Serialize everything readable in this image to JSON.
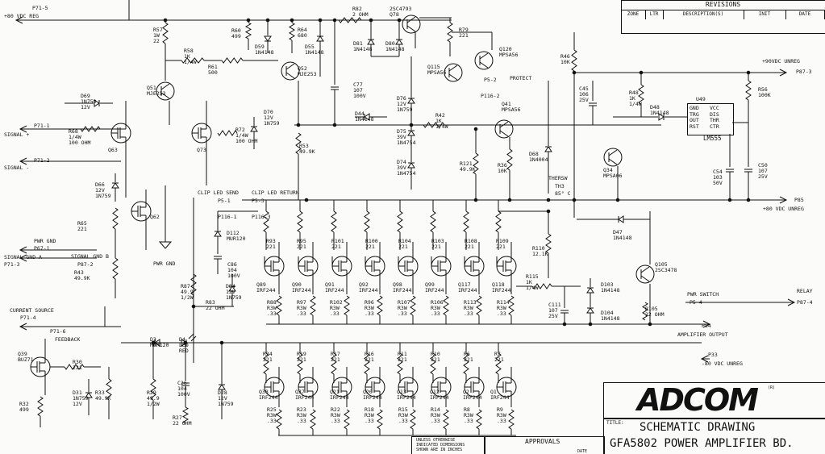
{
  "revisions": {
    "title": "REVISIONS",
    "columns": [
      "ZONE",
      "LTR",
      "DESCRIPTION(S)",
      "INIT",
      "DATE"
    ]
  },
  "nets": {
    "p71_5": "P71-5",
    "vreg_pos": "+80 VDC REG",
    "p71_1": "P71-1",
    "signal_pos": "SIGNAL +",
    "p71_2": "P71-2",
    "signal_neg": "SIGNAL -",
    "pwr_gnd_lbl": "PWR GND",
    "p67_1": "P67-1",
    "signal_gnd_a": "SIGNAL GND A",
    "p71_3": "P71-3",
    "signal_gnd_b": "SIGNAL GND B",
    "p87_2": "P87-2",
    "current_source": "CURRENT SOURCE",
    "p71_4": "P71-4",
    "p71_6": "P71-6",
    "feedback": "FEEDBACK",
    "pwr_gnd": "PWR GND",
    "clip_send": "CLIP LED SEND",
    "clip_return": "CLIP LED RETURN",
    "p5_1": "P5-1",
    "p5_3": "P5-3",
    "p116_1": "P116-1",
    "p116_3": "P116-3",
    "p5_2": "P5-2",
    "protect": "PROTECT",
    "p116_2": "P116-2",
    "vunreg_pos90": "+90VDC UNREG",
    "p87_3": "P87-3",
    "p85": "P85",
    "vunreg_pos80": "+80 VDC UNREG",
    "pwr_switch": "PWR SWITCH",
    "p5_4": "P5-4",
    "relay": "RELAY",
    "p87_4": "P87-4",
    "p84": "P84",
    "amp_out": "AMPLIFIER OUTPUT",
    "p33": "P33",
    "vunreg_neg80": "-80 VDC UNREG",
    "thersw": "THERSW",
    "th3": "TH3",
    "th3_temp": "85° C"
  },
  "parts": [
    {
      "id": "r57",
      "lines": [
        "R57",
        "1W",
        "22"
      ]
    },
    {
      "id": "r60",
      "lines": [
        "R60",
        "499"
      ]
    },
    {
      "id": "d59",
      "lines": [
        "D59",
        "1N4148"
      ]
    },
    {
      "id": "r64",
      "lines": [
        "R64",
        "680"
      ]
    },
    {
      "id": "d55",
      "lines": [
        "D55",
        "1N4148"
      ]
    },
    {
      "id": "r82",
      "lines": [
        "R82",
        "2 OHM"
      ]
    },
    {
      "id": "q78",
      "lines": [
        "2SC4793",
        "Q78"
      ]
    },
    {
      "id": "r79",
      "lines": [
        "R79",
        "221"
      ]
    },
    {
      "id": "q120",
      "lines": [
        "Q120",
        "MPSA56"
      ]
    },
    {
      "id": "r58",
      "lines": [
        "R58",
        "1K",
        "1/4W"
      ]
    },
    {
      "id": "r61",
      "lines": [
        "R61",
        "500"
      ]
    },
    {
      "id": "q52",
      "lines": [
        "Q52",
        "MJE253"
      ]
    },
    {
      "id": "d81",
      "lines": [
        "D81",
        "1N4148"
      ]
    },
    {
      "id": "d80",
      "lines": [
        "D80",
        "1N4148"
      ]
    },
    {
      "id": "q115",
      "lines": [
        "Q115",
        "MPSA56"
      ]
    },
    {
      "id": "q51",
      "lines": [
        "Q51",
        "MJE253"
      ]
    },
    {
      "id": "c77",
      "lines": [
        "C77",
        "107",
        "100V"
      ]
    },
    {
      "id": "d69",
      "lines": [
        "D69",
        "1N759",
        "12V"
      ]
    },
    {
      "id": "r68",
      "lines": [
        "R68",
        "1/4W",
        "100 OHM"
      ]
    },
    {
      "id": "q63",
      "lines": [
        "Q63"
      ]
    },
    {
      "id": "q73",
      "lines": [
        "Q73"
      ]
    },
    {
      "id": "r72",
      "lines": [
        "R72",
        "1/4W",
        "100 OHM"
      ]
    },
    {
      "id": "d70",
      "lines": [
        "D70",
        "12V",
        "1N759"
      ]
    },
    {
      "id": "d44",
      "lines": [
        "D44",
        "1N4148"
      ]
    },
    {
      "id": "d76",
      "lines": [
        "D76",
        "12V",
        "1N759"
      ]
    },
    {
      "id": "d75",
      "lines": [
        "D75",
        "39V",
        "1N4754"
      ]
    },
    {
      "id": "r42",
      "lines": [
        "R42",
        "1K",
        "1/4W"
      ]
    },
    {
      "id": "q41",
      "lines": [
        "Q41",
        "MPSA56"
      ]
    },
    {
      "id": "r53",
      "lines": [
        "R53",
        "49.9K"
      ]
    },
    {
      "id": "d74",
      "lines": [
        "D74",
        "39V",
        "1N4754"
      ]
    },
    {
      "id": "r121",
      "lines": [
        "R121",
        "49.9K"
      ]
    },
    {
      "id": "r36",
      "lines": [
        "R36",
        "10K"
      ]
    },
    {
      "id": "d68",
      "lines": [
        "D68",
        "1N4004"
      ]
    },
    {
      "id": "r46",
      "lines": [
        "R46",
        "10K"
      ]
    },
    {
      "id": "c45",
      "lines": [
        "C45",
        "106",
        "25V"
      ]
    },
    {
      "id": "r48",
      "lines": [
        "R48",
        "1K",
        "1/4W"
      ]
    },
    {
      "id": "d48",
      "lines": [
        "D48",
        "1N4148"
      ]
    },
    {
      "id": "q34",
      "lines": [
        "Q34",
        "MPSA06"
      ]
    },
    {
      "id": "r56",
      "lines": [
        "R56",
        "100K"
      ]
    },
    {
      "id": "u49",
      "lines": [
        "U49"
      ]
    },
    {
      "id": "c54",
      "lines": [
        "C54",
        "103",
        "50V"
      ]
    },
    {
      "id": "c50",
      "lines": [
        "C50",
        "107",
        "25V"
      ]
    },
    {
      "id": "d66",
      "lines": [
        "D66",
        "12V",
        "1N759"
      ]
    },
    {
      "id": "q62",
      "lines": [
        "Q62"
      ]
    },
    {
      "id": "r65",
      "lines": [
        "R65",
        "221"
      ]
    },
    {
      "id": "r43",
      "lines": [
        "R43",
        "49.9K"
      ]
    },
    {
      "id": "d112",
      "lines": [
        "D112",
        "MUR120"
      ]
    },
    {
      "id": "c86",
      "lines": [
        "C86",
        "104",
        "100V"
      ]
    },
    {
      "id": "d47",
      "lines": [
        "D47",
        "1N4148"
      ]
    },
    {
      "id": "r93",
      "lines": [
        "R93",
        "221"
      ]
    },
    {
      "id": "r95",
      "lines": [
        "R95",
        "221"
      ]
    },
    {
      "id": "r101",
      "lines": [
        "R101",
        "221"
      ]
    },
    {
      "id": "r100",
      "lines": [
        "R100",
        "221"
      ]
    },
    {
      "id": "r104",
      "lines": [
        "R104",
        "221"
      ]
    },
    {
      "id": "r103",
      "lines": [
        "R103",
        "221"
      ]
    },
    {
      "id": "r108",
      "lines": [
        "R108",
        "221"
      ]
    },
    {
      "id": "r109",
      "lines": [
        "R109",
        "221"
      ]
    },
    {
      "id": "r110",
      "lines": [
        "R110",
        "12.1K"
      ]
    },
    {
      "id": "q89",
      "lines": [
        "Q89",
        "IRF244"
      ]
    },
    {
      "id": "q90",
      "lines": [
        "Q90",
        "IRF244"
      ]
    },
    {
      "id": "q91",
      "lines": [
        "Q91",
        "IRF244"
      ]
    },
    {
      "id": "q92",
      "lines": [
        "Q92",
        "IRF244"
      ]
    },
    {
      "id": "q98",
      "lines": [
        "Q98",
        "IRF244"
      ]
    },
    {
      "id": "q99",
      "lines": [
        "Q99",
        "IRF244"
      ]
    },
    {
      "id": "q117",
      "lines": [
        "Q117",
        "IRF244"
      ]
    },
    {
      "id": "q118",
      "lines": [
        "Q118",
        "IRF244"
      ]
    },
    {
      "id": "q105",
      "lines": [
        "Q105",
        "2SC3478"
      ]
    },
    {
      "id": "r115",
      "lines": [
        "R115",
        "1K",
        "1/4W"
      ]
    },
    {
      "id": "d103",
      "lines": [
        "D103",
        "1N4148"
      ]
    },
    {
      "id": "d104",
      "lines": [
        "D104",
        "1N4148"
      ]
    },
    {
      "id": "c111",
      "lines": [
        "C111",
        "107",
        "25V"
      ]
    },
    {
      "id": "r105",
      "lines": [
        "R105",
        "22 OHM"
      ]
    },
    {
      "id": "r87",
      "lines": [
        "R87",
        "49.9",
        "1/2W"
      ]
    },
    {
      "id": "d84",
      "lines": [
        "D84",
        "12V",
        "1N759"
      ]
    },
    {
      "id": "r83",
      "lines": [
        "R83",
        "22 OHM"
      ]
    },
    {
      "id": "r88",
      "lines": [
        "R88",
        "R3W",
        ".33"
      ]
    },
    {
      "id": "r97",
      "lines": [
        "R97",
        "R3W",
        ".33"
      ]
    },
    {
      "id": "r102",
      "lines": [
        "R102",
        "R3W",
        ".33"
      ]
    },
    {
      "id": "r96",
      "lines": [
        "R96",
        "R3W",
        ".33"
      ]
    },
    {
      "id": "r107",
      "lines": [
        "R107",
        "R3W",
        ".33"
      ]
    },
    {
      "id": "r106",
      "lines": [
        "R106",
        "R3W",
        ".33"
      ]
    },
    {
      "id": "r113",
      "lines": [
        "R113",
        "R3W",
        ".33"
      ]
    },
    {
      "id": "r114",
      "lines": [
        "R114",
        "R3W",
        ".33"
      ]
    },
    {
      "id": "d3",
      "lines": [
        "D3",
        "MUR120"
      ]
    },
    {
      "id": "d4",
      "lines": [
        "D4",
        "LED",
        "RED"
      ]
    },
    {
      "id": "r24",
      "lines": [
        "R24",
        "221"
      ]
    },
    {
      "id": "r19",
      "lines": [
        "R19",
        "221"
      ]
    },
    {
      "id": "r17",
      "lines": [
        "R17",
        "221"
      ]
    },
    {
      "id": "r16",
      "lines": [
        "R16",
        "221"
      ]
    },
    {
      "id": "r11",
      "lines": [
        "R11",
        "221"
      ]
    },
    {
      "id": "r10",
      "lines": [
        "R10",
        "221"
      ]
    },
    {
      "id": "r6",
      "lines": [
        "R6",
        "221"
      ]
    },
    {
      "id": "r7",
      "lines": [
        "R7",
        "221"
      ]
    },
    {
      "id": "q39",
      "lines": [
        "Q39",
        "BUZ71"
      ]
    },
    {
      "id": "r30",
      "lines": [
        "R30",
        "221"
      ]
    },
    {
      "id": "q38",
      "lines": [
        "Q38",
        "IRF244"
      ]
    },
    {
      "id": "q37",
      "lines": [
        "Q37",
        "IRF244"
      ]
    },
    {
      "id": "q21",
      "lines": [
        "Q21",
        "IRF244"
      ]
    },
    {
      "id": "q20",
      "lines": [
        "Q20",
        "IRF244"
      ]
    },
    {
      "id": "q13",
      "lines": [
        "Q13",
        "IRF244"
      ]
    },
    {
      "id": "q12",
      "lines": [
        "Q12",
        "IRF244"
      ]
    },
    {
      "id": "q2",
      "lines": [
        "Q2",
        "IRF244"
      ]
    },
    {
      "id": "q1",
      "lines": [
        "Q1",
        "IRF244"
      ]
    },
    {
      "id": "d31",
      "lines": [
        "D31",
        "1N759",
        "12V"
      ]
    },
    {
      "id": "r33",
      "lines": [
        "R33",
        "49.9K"
      ]
    },
    {
      "id": "r29",
      "lines": [
        "R29",
        "49.9",
        "1/2W"
      ]
    },
    {
      "id": "c26",
      "lines": [
        "C26",
        "104",
        "100V"
      ]
    },
    {
      "id": "d28",
      "lines": [
        "D28",
        "12V",
        "1N759"
      ]
    },
    {
      "id": "r27",
      "lines": [
        "R27",
        "22 OHM"
      ]
    },
    {
      "id": "r32",
      "lines": [
        "R32",
        "499"
      ]
    },
    {
      "id": "r25",
      "lines": [
        "R25",
        "R3W",
        ".33"
      ]
    },
    {
      "id": "r23",
      "lines": [
        "R23",
        "R3W",
        ".33"
      ]
    },
    {
      "id": "r22",
      "lines": [
        "R22",
        "R3W",
        ".33"
      ]
    },
    {
      "id": "r18",
      "lines": [
        "R18",
        "R3W",
        ".33"
      ]
    },
    {
      "id": "r15",
      "lines": [
        "R15",
        "R3W",
        ".33"
      ]
    },
    {
      "id": "r14",
      "lines": [
        "R14",
        "R3W",
        ".33"
      ]
    },
    {
      "id": "r8",
      "lines": [
        "R8",
        "R3W",
        ".33"
      ]
    },
    {
      "id": "r9",
      "lines": [
        "R9",
        "R3W",
        ".33"
      ]
    }
  ],
  "u49_pins": {
    "left": [
      "GND",
      "TRG",
      "OUT",
      "RST"
    ],
    "right": [
      "VCC",
      "DIS",
      "THR",
      "CTR"
    ],
    "part": "LM555"
  },
  "title_block": {
    "logo": "ADCOM",
    "logo_mark": "(R)",
    "title_label": "TITLE:",
    "title_line1": "SCHEMATIC DRAWING",
    "title_line2": "GFA5802 POWER AMPLIFIER BD.",
    "approvals": "APPROVALS",
    "notes_line1": "UNLESS OTHERWISE",
    "notes_line2": "INDICATED DIMENSIONS",
    "notes_line3": "SHOWN ARE IN INCHES",
    "date_label": "DATE"
  }
}
